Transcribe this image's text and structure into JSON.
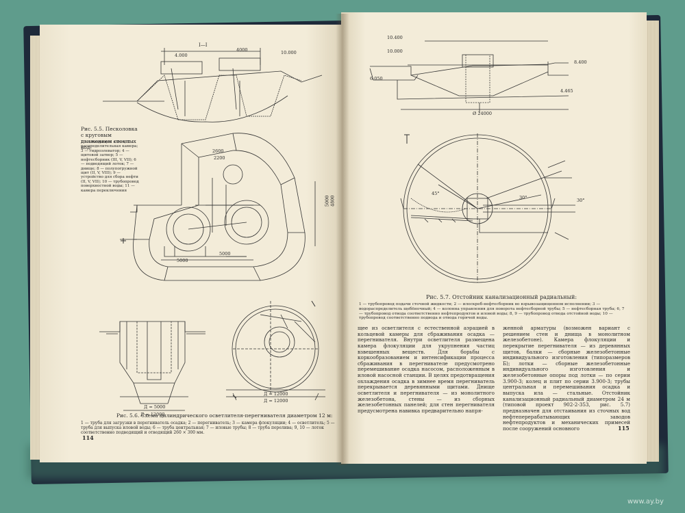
{
  "colors": {
    "background": "#5f9c8c",
    "cover": "#1e2a3a",
    "page": "#f3ecd9",
    "ink": "#2a2a2a"
  },
  "left_page": {
    "page_number": "114",
    "fig55_caption": "Рис. 5.5. Песколовка с круговым движением сточных вод:",
    "fig55_legend": "1 — отводящий лоток; 2 — распределительная камера; 3 — гидроэлеватор; 4 — щитовой затвор; 5 — нефтесборник (III, V, VII); 6 — подводящий лоток; 7 — днище; 8 — полупогружной щит (II, V, VIII); 9 — устройство для сбора нефти (II, V, VII); 10 — трубопровод поверхностной воды; 11 — камера переключения",
    "fig55_section": "I—I",
    "fig55_dims": [
      "4.000",
      "4000",
      "10.000",
      "2600",
      "2200",
      "5000",
      "4800",
      "5000",
      "5000"
    ],
    "fig56_caption": "Рис. 5.6. Схема цилиндрического осветлителя-перегнивателя диаметром 12 м:",
    "fig56_legend": "1 — труба для загрузки в перегниватель осадка; 2 — перегниватель; 3 — камера флокуляции; 4 — осветлитель; 5 — труба для выпуска иловой воды; 6 — труба центральная; 7 — иловые трубы; 8 — труба перелива; 9, 10 — лоток соответственно подводящий и отводящий 260 × 300 мм.",
    "fig56_dims": [
      "Д = 5000",
      "Д = 12000",
      "Д = 12000",
      "Д = 12000"
    ]
  },
  "right_page": {
    "page_number": "115",
    "fig57_caption": "Рис. 5.7. Отстойник канализационный радиальный:",
    "fig57_legend": "1 — трубопровод подачи сточной жидкости; 2 — илоскреб-нефтесборник во взрывозащищенном исполнении; 3 — водораспределитель щебёночный; 4 — колонна управления для поворота нефтесборной трубы; 5 — нефтесборная труба; 6, 7 — трубопровод отвода соответственно нефтепродуктов и иловой воды; 8, 9 — трубопровод отвода отстойной воды; 10 — трубопровод соответственно подвода и отвода горячей воды.",
    "fig57_dims": [
      "10.400",
      "10.000",
      "6.050",
      "8.400",
      "4.465",
      "Ø 24000",
      "45°",
      "30°",
      "30°"
    ],
    "col1": "щее из осветлителя с естественной аэрацией в кольцевой камеры для сбраживания осадка — перегнивателя. Внутри осветлителя размещена камера флокуляции для укрупнения частиц взвешенных веществ. Для борьбы с коркообразованием и интенсификации процесса сбраживания в перегнивателе предусмотрено перемешивание осадка насосом, расположенным в иловой насосной станции. В целях предотвращения охлаждения осадка в зимнее время перегниватель перекрывается деревянными щитами. Днище осветлителя и перегнивателя — из монолитного железобетона, стены — из сборных железобетонных панелей; для стен перегнивателя предусмотрена навивка предварительно напря-",
    "col2": "женной арматуры (возможен вариант с решением стен и днища в монолитном железобетоне). Камера флокуляции и перекрытие перегнивателя — из деревянных щитов, балки — сборные железобетонные индивидуального изготовления (типоразмеров Б); лотки — сборные железобетонные индивидуального изготовления и железобетонные опоры под лотки — по серии 3.900-3; колец и плит по серии 3.900-3; трубы центральная и перемешивания осадка и выпуска ила — стальные. Отстойник канализационный радиальный диаметром 24 м (типовой проект 902-2-353, рис. 5.7) предназначен для отстаивания из сточных вод нефтеперерабатывающих заводов нефтепродуктов и механических примесей после сооружений основного"
  },
  "watermark": "www.ay.by"
}
